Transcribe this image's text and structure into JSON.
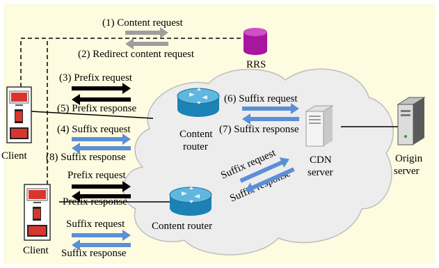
{
  "nodes": {
    "rrs": "RRS",
    "client_top": "Client",
    "client_bottom": "Client",
    "content_router_top_line1": "Content",
    "content_router_top_line2": "router",
    "content_router_bottom": "Content router",
    "cdn_server_line1": "CDN",
    "cdn_server_line2": "server",
    "origin_server_line1": "Origin",
    "origin_server_line2": "server"
  },
  "messages": {
    "m1": "(1) Content request",
    "m2": "(2) Redirect content request",
    "m3": "(3) Prefix request",
    "m5": "(5) Prefix response",
    "m4": "(4) Suffix request",
    "m8": "(8) Suffix response",
    "m6": "(6) Suffix request",
    "m7": "(7) Suffix response",
    "diag_req": "Suffix request",
    "diag_resp": "Suffix response",
    "b_prefix_req": "Prefix request",
    "b_prefix_resp": "Prefix response",
    "b_suffix_req": "Suffix request",
    "b_suffix_resp": "Suffix response"
  },
  "colors": {
    "background_fill": "#fdfbe0",
    "cloud_fill": "#ededed",
    "prefix_arrow": "#000000",
    "suffix_arrow": "#5b8fd6",
    "rrs_arrow": "#9e9e9e",
    "rrs_db": "#a8159f"
  }
}
